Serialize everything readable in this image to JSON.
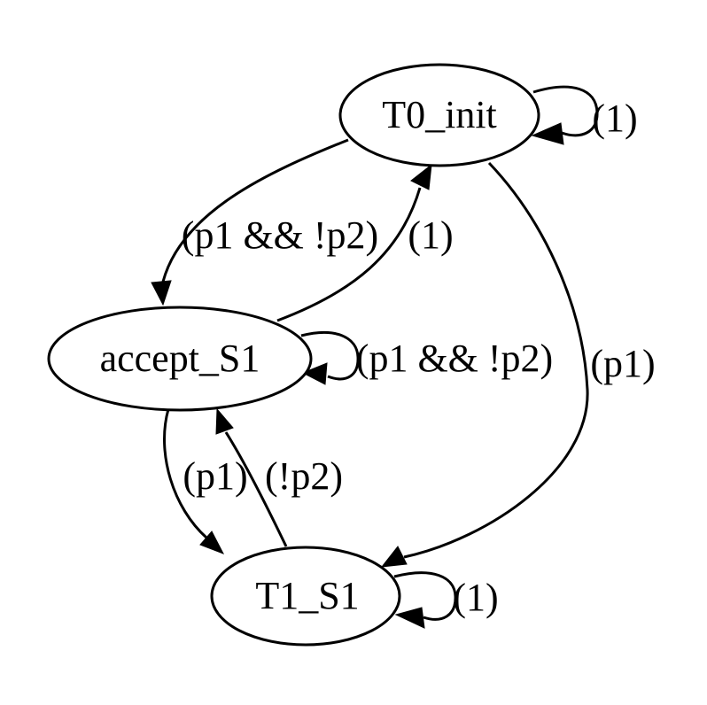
{
  "automaton": {
    "description": "Buchi automaton state diagram",
    "background_color": "#ffffff",
    "line_color": "#000000",
    "nodes": [
      {
        "id": "T0_init",
        "label": "T0_init"
      },
      {
        "id": "accept_S1",
        "label": "accept_S1"
      },
      {
        "id": "T1_S1",
        "label": "T1_S1"
      }
    ],
    "edges": [
      {
        "from": "T0_init",
        "to": "T0_init",
        "label": "(1)"
      },
      {
        "from": "T0_init",
        "to": "accept_S1",
        "label": "(p1 && !p2)"
      },
      {
        "from": "accept_S1",
        "to": "T0_init",
        "label": "(1)"
      },
      {
        "from": "accept_S1",
        "to": "accept_S1",
        "label": "(p1 && !p2)"
      },
      {
        "from": "T0_init",
        "to": "T1_S1",
        "label": "(p1)"
      },
      {
        "from": "accept_S1",
        "to": "T1_S1",
        "label": "(p1)"
      },
      {
        "from": "T1_S1",
        "to": "accept_S1",
        "label": "(!p2)"
      },
      {
        "from": "T1_S1",
        "to": "T1_S1",
        "label": "(1)"
      }
    ]
  }
}
